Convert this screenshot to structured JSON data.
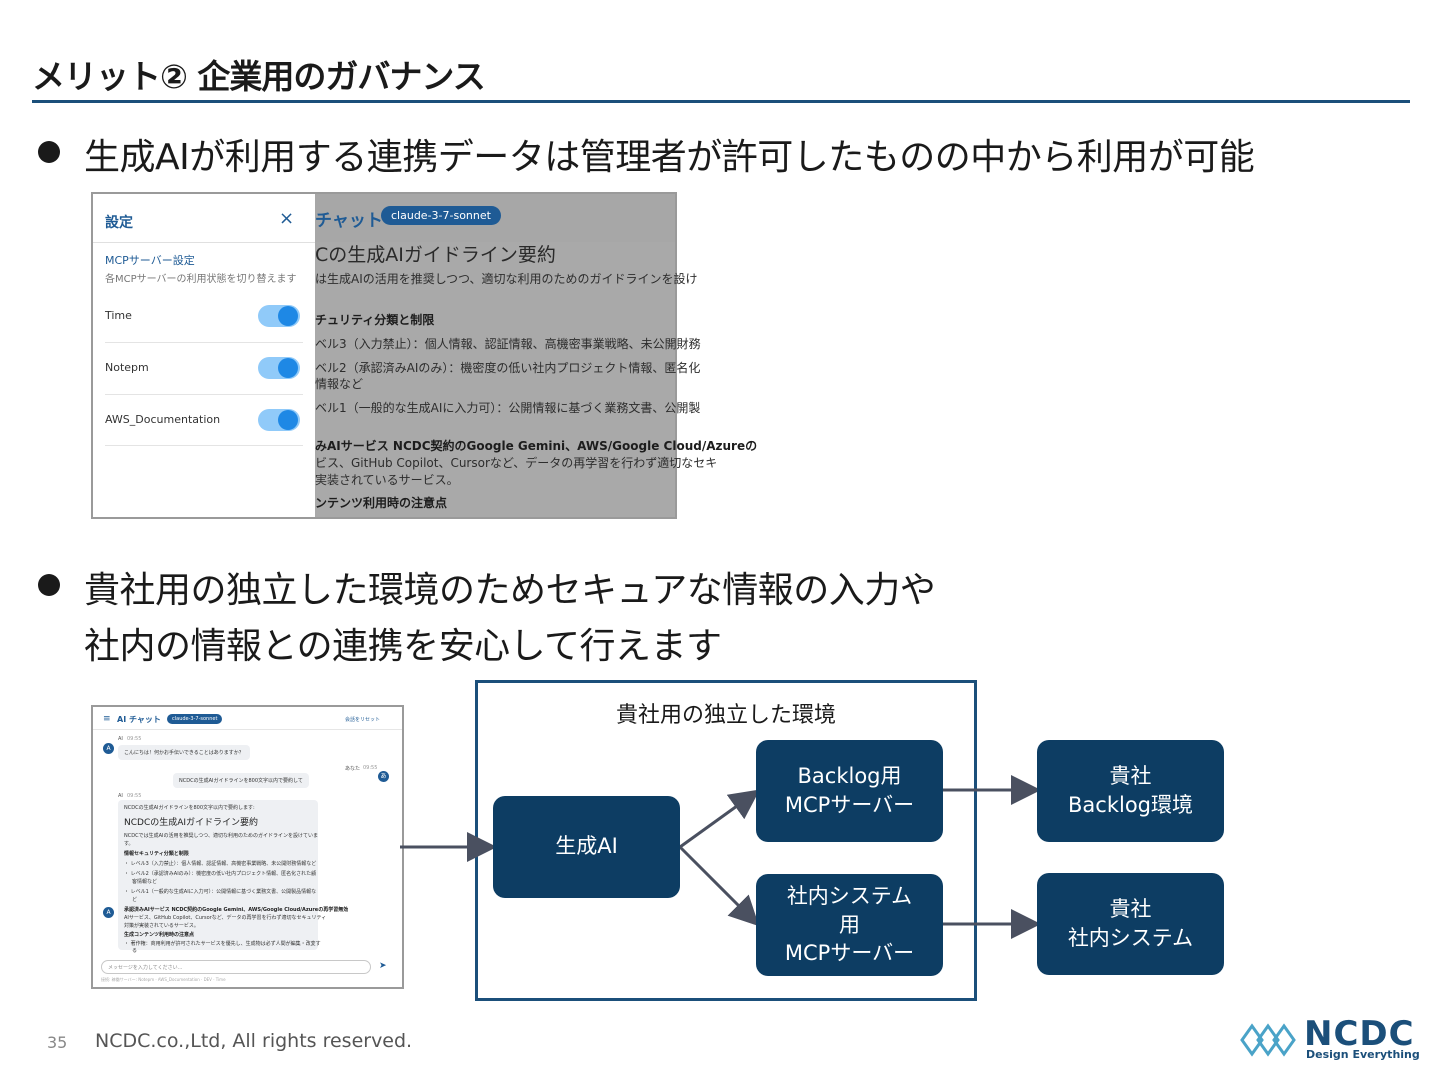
{
  "slide": {
    "title": "メリット② 企業用のガバナンス",
    "bullet1": "生成AIが利用する連携データは管理者が許可したものの中から利用が可能",
    "bullet2_line1": "貴社用の独立した環境のためセキュアな情報の入力や",
    "bullet2_line2": "社内の情報との連携を安心して行えます"
  },
  "settings_screenshot": {
    "panel_title": "設定",
    "close_icon": "×",
    "mcp_settings_label": "MCPサーバー設定",
    "mcp_settings_desc": "各MCPサーバーの利用状態を切り替えます",
    "servers": [
      {
        "name": "Time",
        "enabled": true
      },
      {
        "name": "Notepm",
        "enabled": true
      },
      {
        "name": "AWS_Documentation",
        "enabled": true
      }
    ],
    "chat_title": "チャット",
    "model": "claude-3-7-sonnet",
    "doc_heading": "Cの生成AIガイドライン要約",
    "doc_intro": "は生成AIの活用を推奨しつつ、適切な利用のためのガイドラインを設け",
    "doc_section1": "チュリティ分類と制限",
    "doc_level3": "ベル3（入力禁止）：個人情報、認証情報、高機密事業戦略、未公開財務",
    "doc_level2a": "ベル2（承認済みAIのみ）：機密度の低い社内プロジェクト情報、匿名化",
    "doc_level2b": "情報など",
    "doc_level1": "ベル1（一般的な生成AIに入力可）：公開情報に基づく業務文書、公開製",
    "doc_approved_a": "みAIサービス NCDC契約のGoogle Gemini、AWS/Google Cloud/Azureの",
    "doc_approved_b": "ビス、GitHub Copilot、Cursorなど、データの再学習を行わず適切なセキ",
    "doc_approved_c": "実装されているサービス。",
    "doc_section2": "ンテンツ利用時の注意点"
  },
  "chat_screenshot": {
    "menu_icon": "≡",
    "title": "AI チャット",
    "model": "claude-3-7-sonnet",
    "reset": "会話をリセット",
    "ai_label": "AI",
    "ai_time1": "09:55",
    "greeting": "こんにちは！何かお手伝いできることはありますか？",
    "user_label": "あなた",
    "user_time": "09:55",
    "user_message": "NCDCの生成AIガイドラインを800文字以内で要約して",
    "ai_time2": "09:55",
    "ai_lead": "NCDCの生成AIガイドラインを800文字以内で要約します:",
    "ai_heading": "NCDCの生成AIガイドライン要約",
    "ai_intro1": "NCDCでは生成AIの活用を推奨しつつ、適切な利用のためのガイドラインを設けていま",
    "ai_intro2": "す。",
    "ai_sec1": "情報セキュリティ分類と制限",
    "ai_l3": "・ レベル3（入力禁止）：個人情報、認証情報、高機密事業戦略、未公開財務情報など",
    "ai_l2a": "・ レベル2（承認済みAIのみ）：機密度の低い社内プロジェクト情報、匿名化された顧",
    "ai_l2b": "客情報など",
    "ai_l1a": "・ レベル1（一般的な生成AIに入力可）：公開情報に基づく業務文書、公開製品情報な",
    "ai_l1b": "ど",
    "ai_app1": "承認済みAIサービス NCDC契約のGoogle Gemini、AWS/Google Cloud/Azureの再学習無効",
    "ai_app2": "AIサービス、GitHub Copilot、Cursorなど、データの再学習を行わず適切なセキュリティ",
    "ai_app3": "対策が実装されているサービス。",
    "ai_sec2": "生成コンテンツ利用時の注意点",
    "ai_note1": "・ 著作権：商用利用が許可されたサービスを優先し、生成物は必ず人間が編集・改変す",
    "ai_note2": "る",
    "user_avatar": "あ",
    "ai_avatar": "A",
    "input_placeholder": "メッセージを入力してください...",
    "send_icon": "➤",
    "footer": "接続: 稼働サーバー: Notepm · AWS_Documentation · DEV · Time"
  },
  "diagram": {
    "env_label": "貴社用の独立した環境",
    "node_ai": "生成AI",
    "node_backlog_mcp_1": "Backlog用",
    "node_backlog_mcp_2": "MCPサーバー",
    "node_internal_mcp_1": "社内システム",
    "node_internal_mcp_2": "用",
    "node_internal_mcp_3": "MCPサーバー",
    "node_backlog_env_1": "貴社",
    "node_backlog_env_2": "Backlog環境",
    "node_internal_sys_1": "貴社",
    "node_internal_sys_2": "社内システム"
  },
  "footer": {
    "page_number": "35",
    "copyright": "NCDC.co.,Ltd, All rights reserved.",
    "logo_text": "NCDC",
    "logo_tagline": "Design Everything"
  },
  "colors": {
    "brand_navy": "#0d3d63",
    "brand_blue": "#1b4f7a",
    "toggle_on": "#1e88e5"
  }
}
